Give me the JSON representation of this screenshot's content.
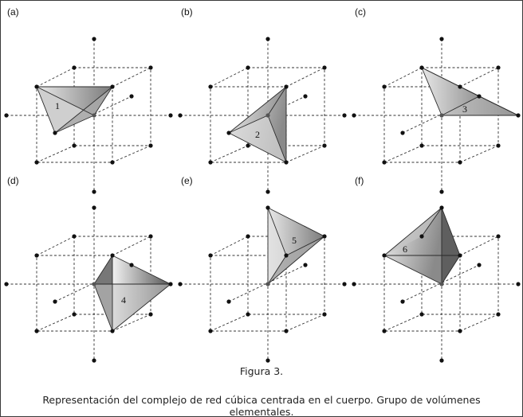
{
  "panels": [
    {
      "label": "(a)",
      "tetra": "1",
      "variant": "a"
    },
    {
      "label": "(b)",
      "tetra": "2",
      "variant": "b"
    },
    {
      "label": "(c)",
      "tetra": "3",
      "variant": "c"
    },
    {
      "label": "(d)",
      "tetra": "4",
      "variant": "d"
    },
    {
      "label": "(e)",
      "tetra": "5",
      "variant": "e"
    },
    {
      "label": "(f)",
      "tetra": "6",
      "variant": "f"
    }
  ],
  "caption": {
    "title": "Figura 3.",
    "text": "Representación del complejo de red cúbica centrada en el cuerpo. Grupo de volúmenes elementales."
  },
  "colors": {
    "line": "#333333",
    "point": "#111111",
    "shade_light": "#eeeeee",
    "shade_mid": "#bdbdbd",
    "shade_dark": "#6e6e6e"
  }
}
